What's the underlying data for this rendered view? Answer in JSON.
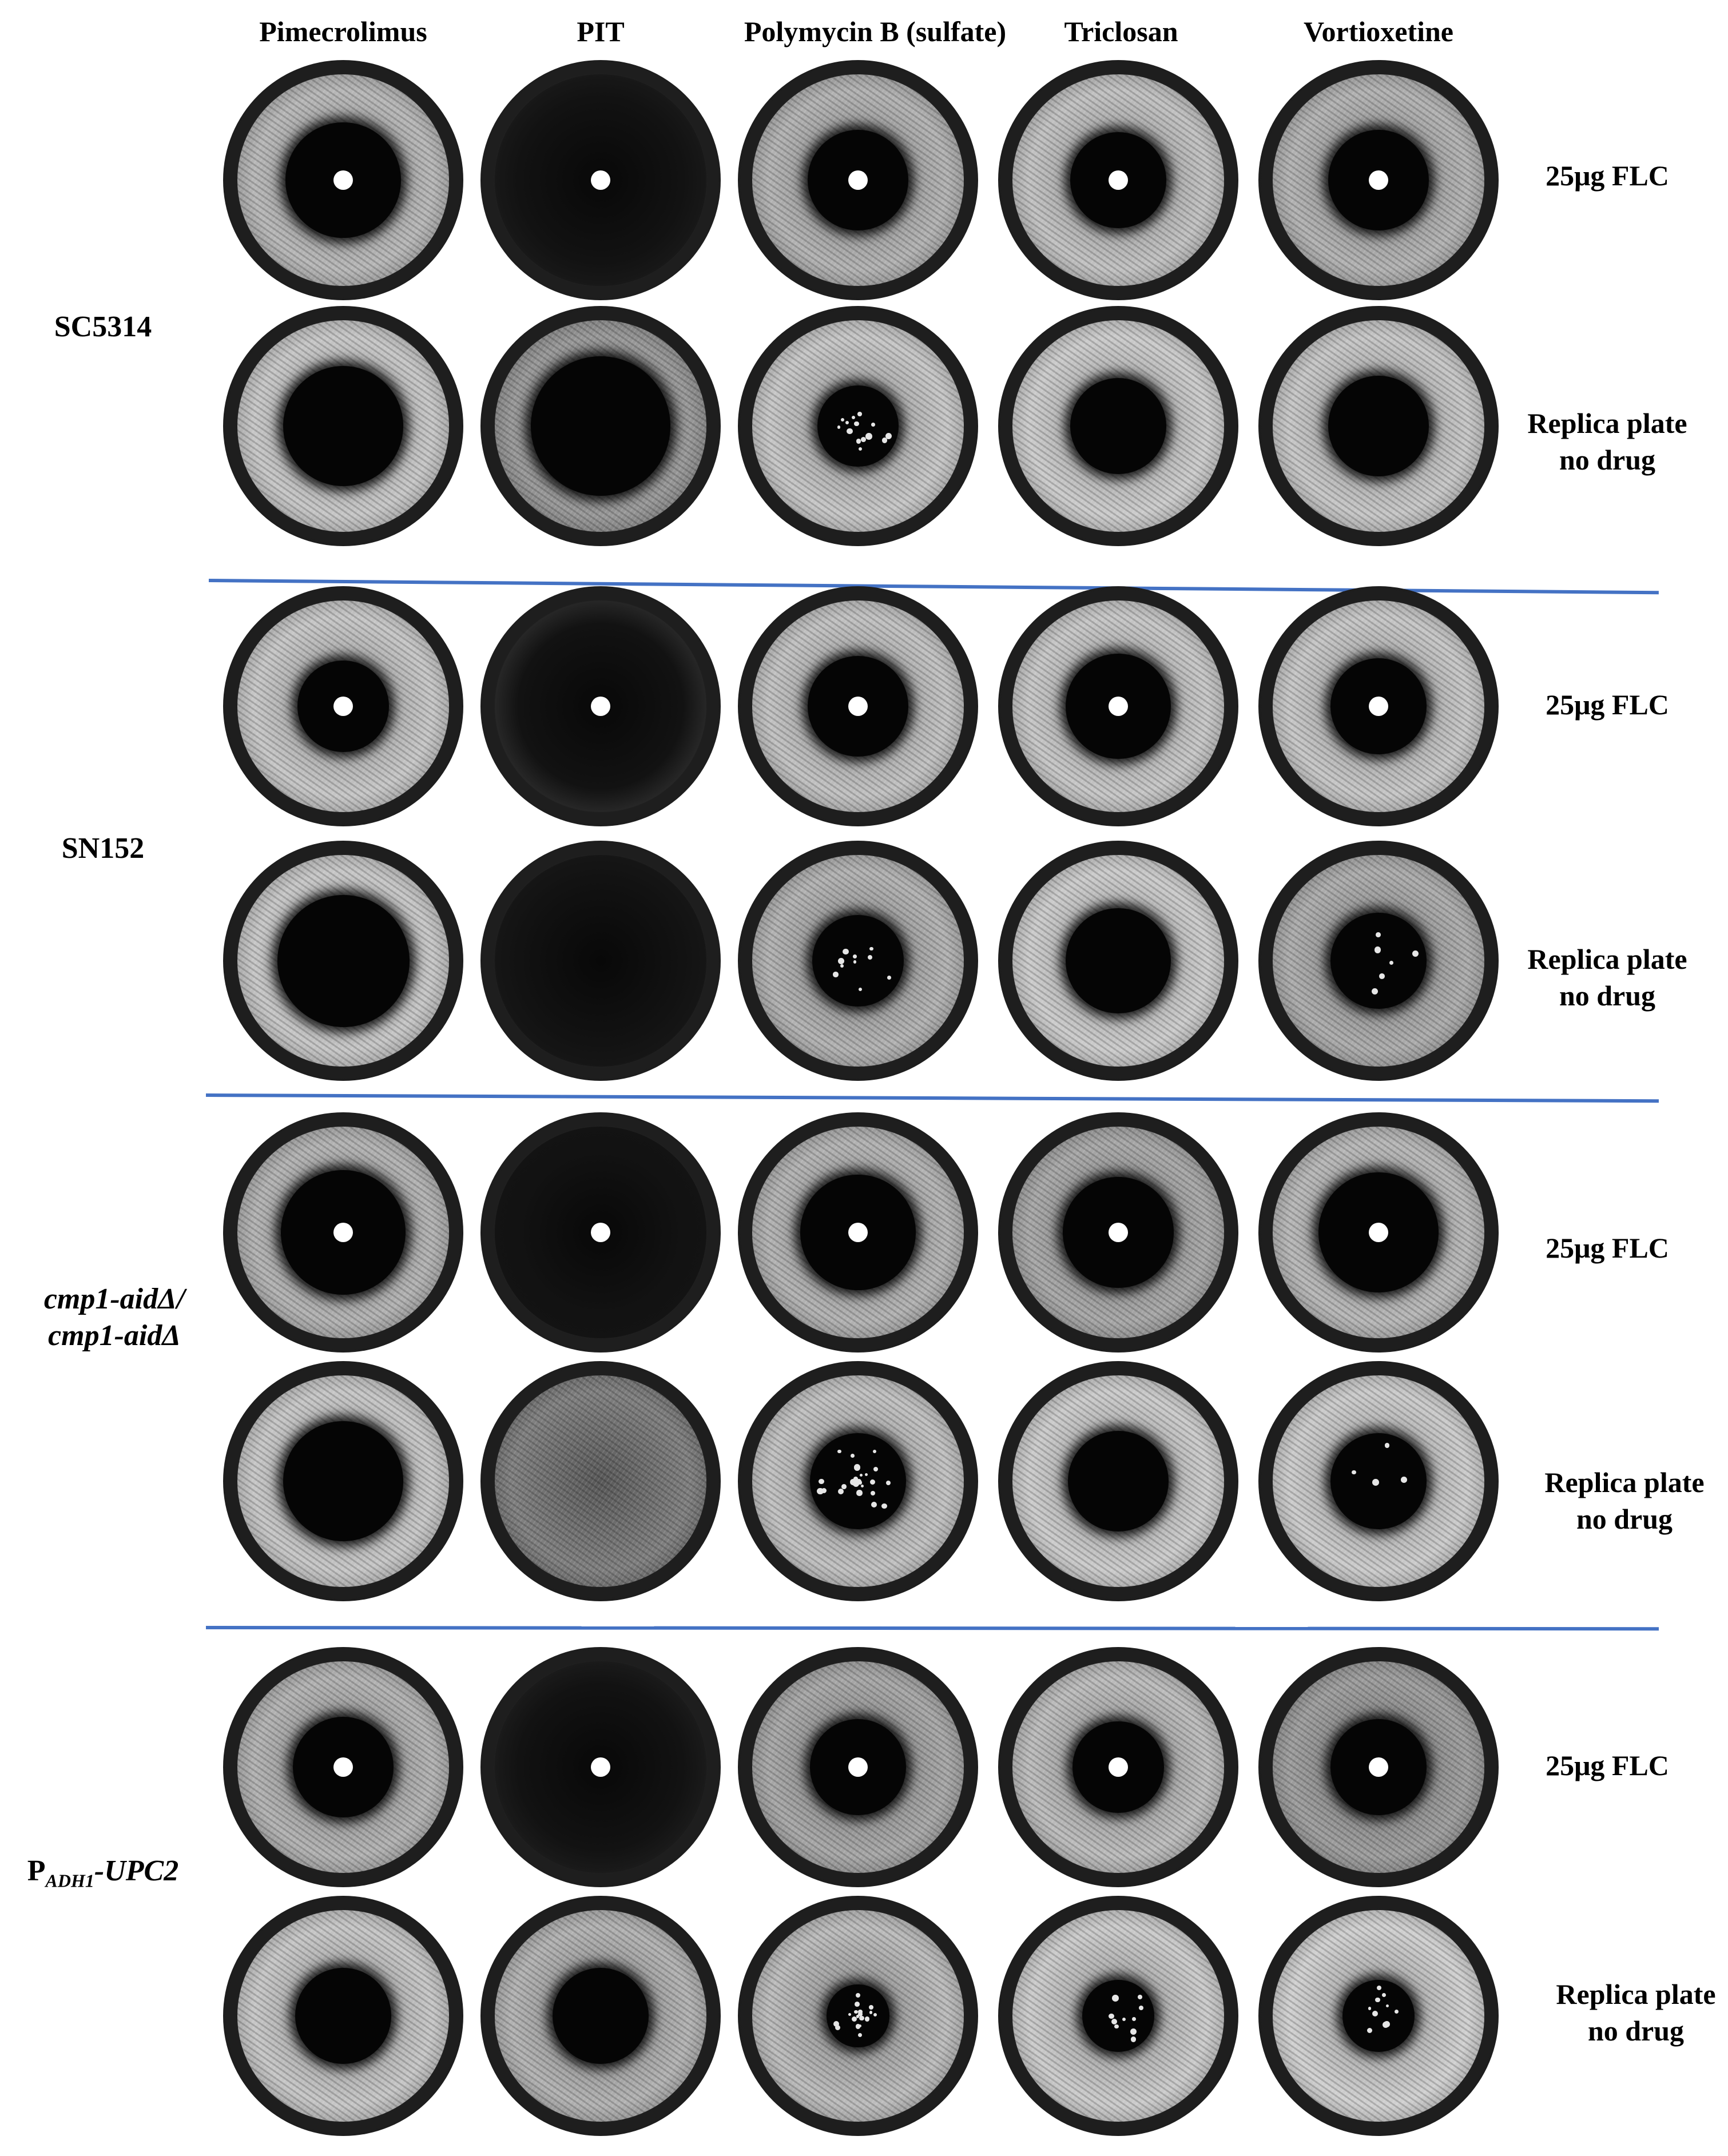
{
  "columns": [
    "Pimecrolimus",
    "PIT",
    "Polymycin B (sulfate)",
    "Triclosan",
    "Vortioxetine"
  ],
  "strains": [
    {
      "name": "SC5314"
    },
    {
      "name": "SN152"
    },
    {
      "name_line1": "cmp1-aidΔ/",
      "name_line2": "cmp1-aidΔ"
    },
    {
      "name_prefix": "P",
      "name_sub": "ADH1",
      "name_suffix": "-UPC2"
    }
  ],
  "conditions": {
    "drug": "25μg FLC",
    "replica_line1": "Replica plate",
    "replica_line2": "no drug"
  },
  "colors": {
    "separator": "#4472c4",
    "lawn_light": "#bdbdbd",
    "lawn_dark": "#2b2b2b",
    "zone": "#050505"
  }
}
